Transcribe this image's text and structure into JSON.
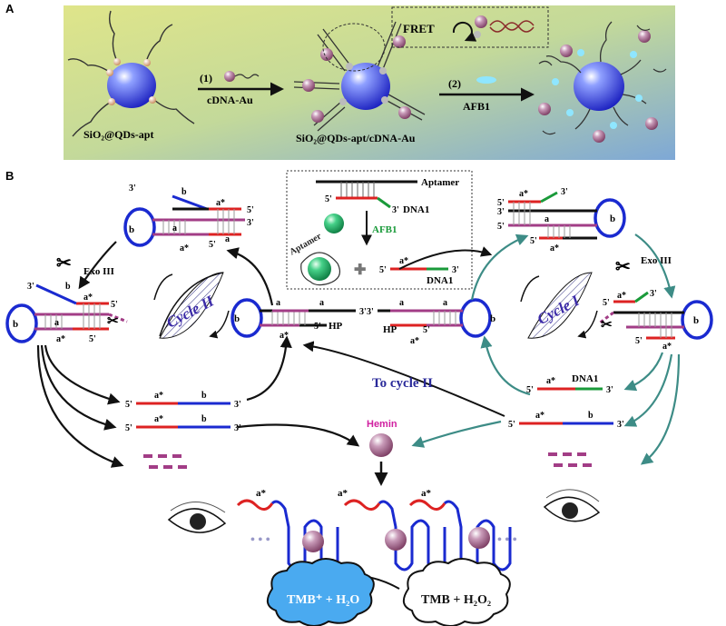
{
  "panelA": {
    "label": "A",
    "np1": "SiO₂@QDs-apt",
    "step1_num": "(1)",
    "step1_reagent": "cDNA-Au",
    "np2": "SiO₂@QDs-apt/cDNA-Au",
    "fret": "FRET",
    "step2_num": "(2)",
    "step2_reagent": "AFB1"
  },
  "panelB": {
    "label": "B",
    "aptamer": "Aptamer",
    "dna1": "DNA1",
    "afb1": "AFB1",
    "aptamer_curve": "Aptamer",
    "hp": "HP",
    "hp_right": "HP",
    "exo_left": "Exo III",
    "exo_right": "Exo III",
    "cycle_ii": "Cycle II",
    "cycle_i": "Cycle I",
    "to_cycle_ii": "To cycle II",
    "hemin": "Hemin",
    "a": "a",
    "a_star": "a*",
    "b": "b",
    "p3": "3'",
    "p5": "5'",
    "dna1_mid": "DNA1",
    "tmb_ox": "TMB⁺ + H₂O",
    "tmb": "TMB + H₂O₂",
    "dots": "• • •"
  }
}
